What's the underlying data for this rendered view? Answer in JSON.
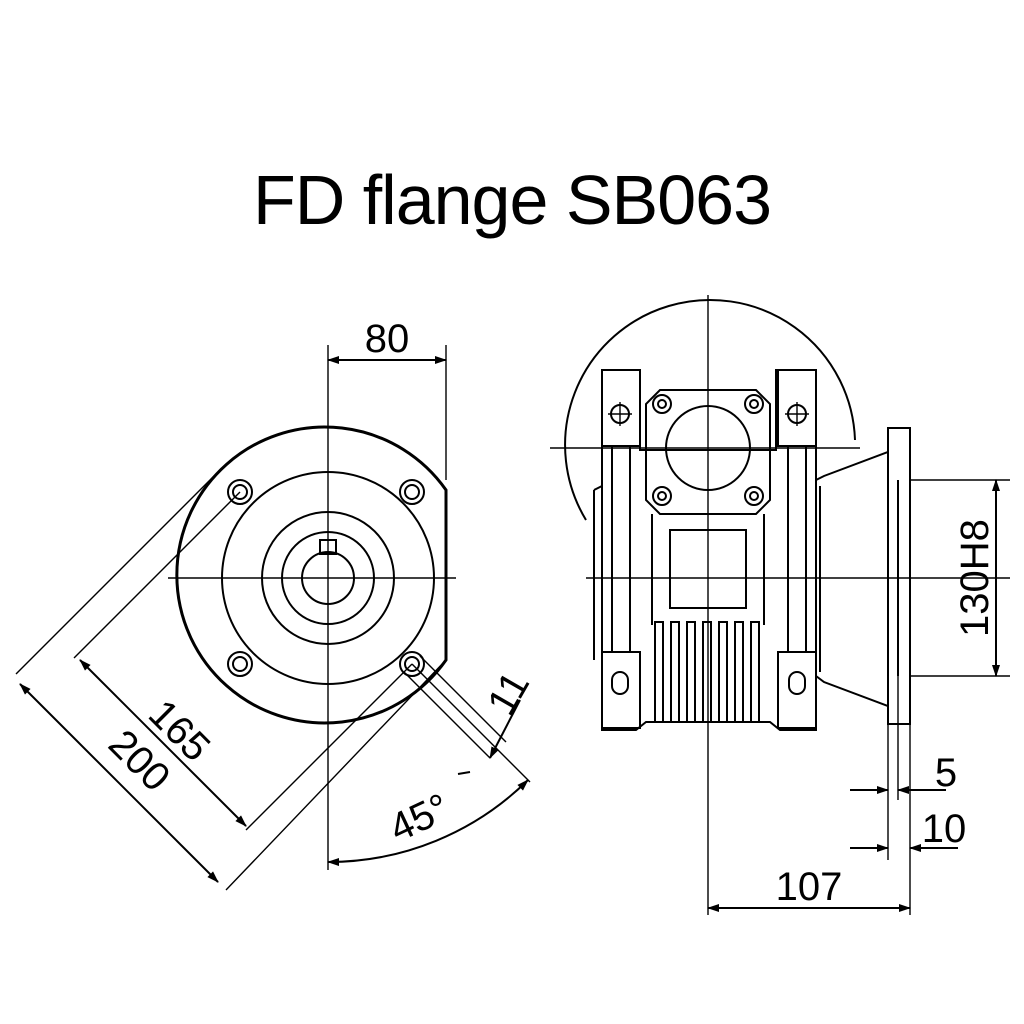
{
  "title": "FD flange SB063",
  "dimensions": {
    "width_top": "80",
    "pcd": "165",
    "outer": "200",
    "hole": "11",
    "angle": "45°",
    "pilot": "130H8",
    "thk1": "5",
    "thk2": "10",
    "length": "107"
  }
}
